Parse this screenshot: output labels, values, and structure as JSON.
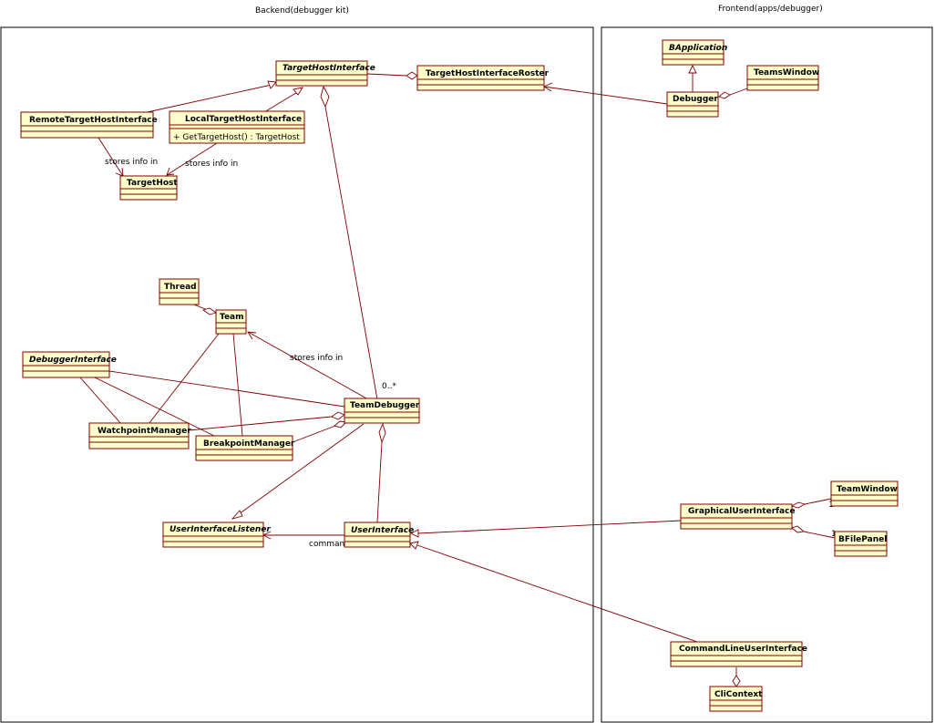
{
  "diagram": {
    "packages": {
      "backend": "Backend(debugger kit)",
      "frontend": "Frontend(apps/debugger)"
    },
    "classes": {
      "target_host_interface": "TargetHostInterface",
      "target_host_interface_roster": "TargetHostInterfaceRoster",
      "remote_target_host_interface": "RemoteTargetHostInterface",
      "local_target_host_interface": "LocalTargetHostInterface",
      "local_target_host_interface_op": "+ GetTargetHost() : TargetHost",
      "target_host": "TargetHost",
      "thread": "Thread",
      "team": "Team",
      "debugger_interface": "DebuggerInterface",
      "team_debugger": "TeamDebugger",
      "watchpoint_manager": "WatchpointManager",
      "breakpoint_manager": "BreakpointManager",
      "user_interface_listener": "UserInterfaceListener",
      "user_interface": "UserInterface",
      "b_application": "BApplication",
      "debugger": "Debugger",
      "teams_window": "TeamsWindow",
      "graphical_user_interface": "GraphicalUserInterface",
      "team_window": "TeamWindow",
      "b_file_panel": "BFilePanel",
      "command_line_user_interface": "CommandLineUserInterface",
      "cli_context": "CliContext"
    },
    "labels": {
      "stores_info_in_remote": "stores info in",
      "stores_info_in_local": "stores info in",
      "stores_info_in_team": "stores info in",
      "multiplicity_team_debugger": "0..*",
      "commands": "commands",
      "mult_team_window": "1",
      "mult_b_file_panel": "1"
    },
    "colors": {
      "class_fill": "#ffffcc",
      "line": "#800000",
      "border": "#000000"
    }
  }
}
